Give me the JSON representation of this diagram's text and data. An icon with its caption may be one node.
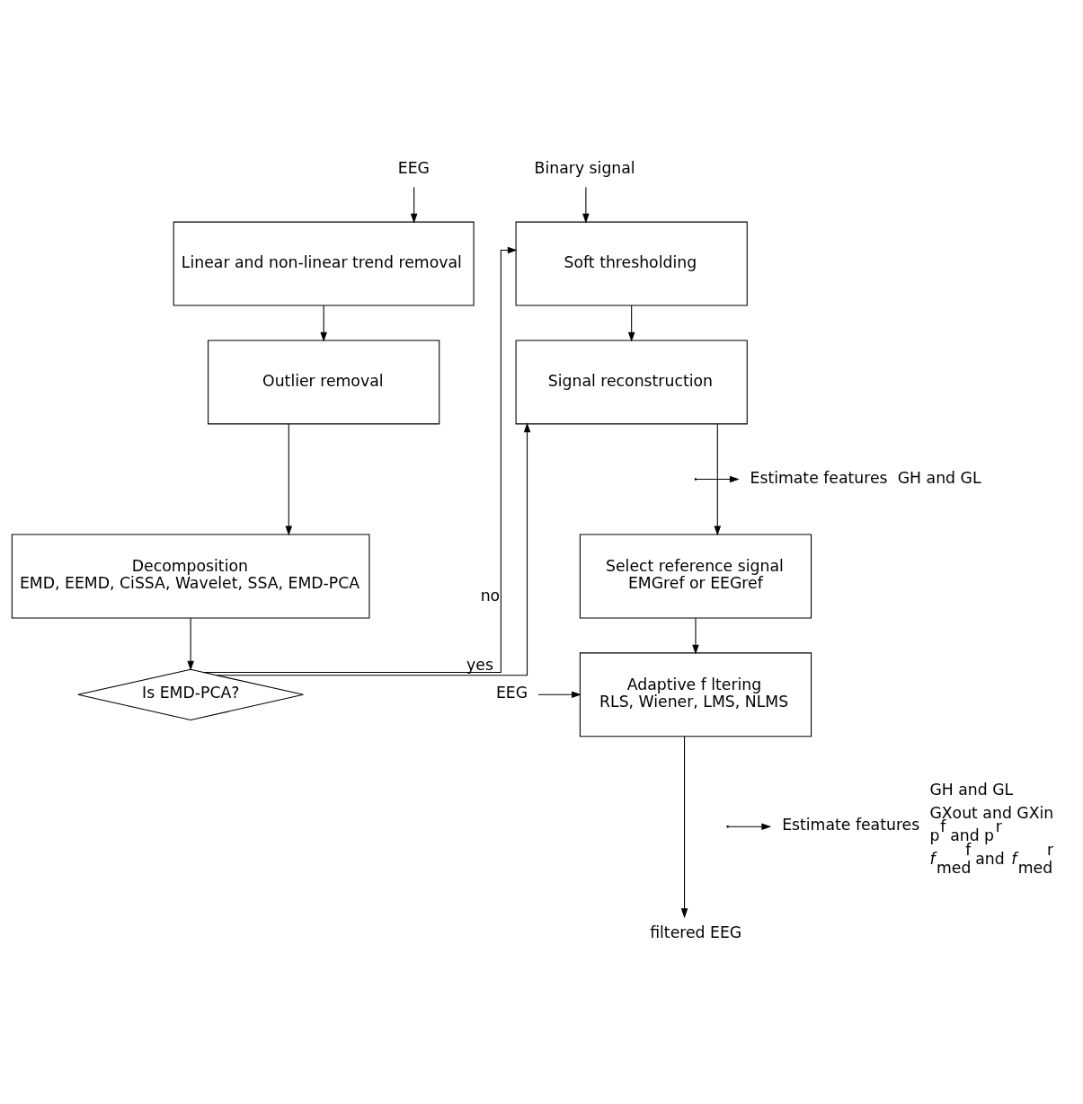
{
  "diagram": {
    "nodes": [
      {
        "text": [
          "EEG"
        ]
      },
      {
        "text": [
          "Linear and non-linear trend removal"
        ]
      },
      {
        "text": [
          "Outlier removal"
        ]
      },
      {
        "text": [
          "Decomposition",
          "EMD, EEMD, CiSSA, Wavelet, SSA, EMD-PCA"
        ]
      },
      {
        "text": [
          "Is EMD-PCA?"
        ]
      },
      {
        "text": [
          "Binary signal"
        ]
      },
      {
        "text": [
          "Soft thresholding"
        ]
      },
      {
        "text": [
          "Signal reconstruction"
        ]
      },
      {
        "text": [
          "Estimate features"
        ],
        "beside": [
          "GH and GL"
        ]
      },
      {
        "text": [
          "Select reference signal",
          "EMGref or EEGref"
        ]
      },
      {
        "text": [
          "EEG"
        ]
      },
      {
        "text": [
          "Adaptive f ltering",
          "RLS, Wiener, LMS, NLMS"
        ]
      },
      {
        "text": [
          "Estimate features"
        ],
        "beside": [
          "GH and GL",
          "GXout and GXin",
          "p$^{f}$ and p$^{r}$",
          "*f*$_{med}$$^{f}$ and *f*$_{med}$$^{r}$"
        ]
      },
      {
        "text": [
          "filtered EEG"
        ]
      }
    ],
    "edges": [
      {
        "from": 0,
        "to": 1,
        "arrow": "to"
      },
      {
        "from": 1,
        "to": 2,
        "arrow": "to"
      },
      {
        "from": 2,
        "to": 3,
        "arrow": "to"
      },
      {
        "from": 3,
        "to": 4,
        "arrow": "to"
      },
      {
        "from": 4,
        "to": 6,
        "arrow": "to",
        "label": "no"
      },
      {
        "from": 4,
        "to": 7,
        "arrow": "to",
        "label": "yes"
      },
      {
        "from": 5,
        "to": 6,
        "arrow": "to"
      },
      {
        "from": 6,
        "to": 7,
        "arrow": "to"
      },
      {
        "from": 7,
        "to": 9,
        "arrow": "to"
      },
      {
        "from": null,
        "to": 8,
        "arrow": "to"
      },
      {
        "from": 9,
        "to": 11,
        "arrow": "to"
      },
      {
        "from": 10,
        "to": 11,
        "arrow": "to"
      },
      {
        "from": 11,
        "to": 13,
        "arrow": "to"
      },
      {
        "from": null,
        "to": 12,
        "arrow": "to"
      }
    ]
  }
}
